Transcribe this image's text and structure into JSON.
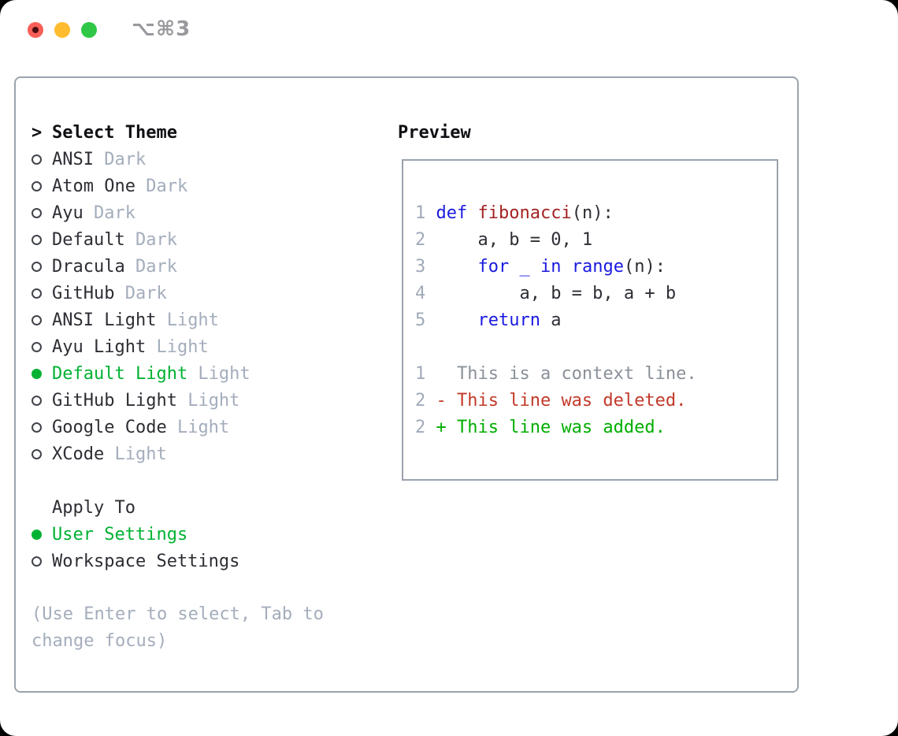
{
  "window": {
    "shortcut": "⌥⌘3",
    "traffic_lights": [
      "close",
      "minimize",
      "zoom"
    ]
  },
  "theme_picker": {
    "prompt": ">",
    "title": "Select Theme",
    "items": [
      {
        "name": "ANSI",
        "tag": "Dark",
        "selected": false
      },
      {
        "name": "Atom One",
        "tag": "Dark",
        "selected": false
      },
      {
        "name": "Ayu",
        "tag": "Dark",
        "selected": false
      },
      {
        "name": "Default",
        "tag": "Dark",
        "selected": false
      },
      {
        "name": "Dracula",
        "tag": "Dark",
        "selected": false
      },
      {
        "name": "GitHub",
        "tag": "Dark",
        "selected": false
      },
      {
        "name": "ANSI Light",
        "tag": "Light",
        "selected": false
      },
      {
        "name": "Ayu Light",
        "tag": "Light",
        "selected": false
      },
      {
        "name": "Default Light",
        "tag": "Light",
        "selected": true
      },
      {
        "name": "GitHub Light",
        "tag": "Light",
        "selected": false
      },
      {
        "name": "Google Code",
        "tag": "Light",
        "selected": false
      },
      {
        "name": "XCode",
        "tag": "Light",
        "selected": false
      }
    ]
  },
  "apply_to": {
    "title": "Apply To",
    "options": [
      {
        "label": "User Settings",
        "selected": true
      },
      {
        "label": "Workspace Settings",
        "selected": false
      }
    ]
  },
  "hint": "(Use Enter to select, Tab to change focus)",
  "preview": {
    "title": "Preview",
    "code_lines": [
      {
        "num": "1",
        "tokens": [
          {
            "text": "def",
            "color": "kw"
          },
          {
            "text": " "
          },
          {
            "text": "fibonacci",
            "color": "fn"
          },
          {
            "text": "(n):"
          }
        ]
      },
      {
        "num": "2",
        "tokens": [
          {
            "text": "    a, b = 0, 1"
          }
        ]
      },
      {
        "num": "3",
        "tokens": [
          {
            "text": "    "
          },
          {
            "text": "for",
            "color": "kw"
          },
          {
            "text": " "
          },
          {
            "text": "_",
            "color": "kw"
          },
          {
            "text": " "
          },
          {
            "text": "in",
            "color": "kw"
          },
          {
            "text": " "
          },
          {
            "text": "range",
            "color": "kw"
          },
          {
            "text": "(n):"
          }
        ]
      },
      {
        "num": "4",
        "tokens": [
          {
            "text": "        a, b = b, a + b"
          }
        ]
      },
      {
        "num": "5",
        "tokens": [
          {
            "text": "    "
          },
          {
            "text": "return",
            "color": "kw"
          },
          {
            "text": " a"
          }
        ]
      }
    ],
    "diff_lines": [
      {
        "num": "1",
        "marker": " ",
        "text": "This is a context line.",
        "kind": "ctx"
      },
      {
        "num": "2",
        "marker": "-",
        "text": "This line was deleted.",
        "kind": "deleted"
      },
      {
        "num": "2",
        "marker": "+",
        "text": "This line was added.",
        "kind": "added"
      }
    ]
  },
  "colors": {
    "title": "#101014",
    "text_dark": "#2d2d34",
    "muted": "#a4adbc",
    "gutter": "#a0aab8",
    "ctx": "#8a9099",
    "kw": "#1a1ae0",
    "fn": "#a32222",
    "del": "#c3392a",
    "add": "#00ae00",
    "sel": "#00b233",
    "radio_ring": "#42444b",
    "border": "#9aa3ad",
    "traffic_red": "#f95f57",
    "traffic_red_dot": "#4a0e0e",
    "traffic_yellow": "#febc2e",
    "traffic_green": "#2fc846",
    "shortcut": "#98989d"
  }
}
